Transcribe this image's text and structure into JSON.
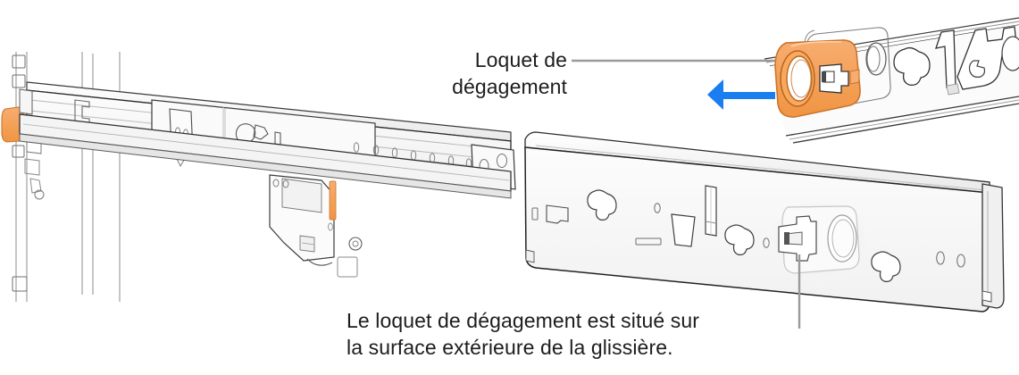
{
  "figure": {
    "title": "Loquet de dégagement",
    "language": "fr",
    "background_color": "#ffffff"
  },
  "callouts": {
    "latch_label": "Loquet de\ndégagement",
    "latch_label_line1": "Loquet de",
    "latch_label_line2": "dégagement",
    "caption": "Le loquet de dégagement est situé sur\nla surface extérieure de la glissière.",
    "caption_line1": "Le loquet de dégagement est situé sur",
    "caption_line2": "la surface extérieure de la glissière."
  },
  "colors": {
    "text": "#1d1d1f",
    "leader_line": "#9a9a9a",
    "arrow_blue": "#1a7ef0",
    "latch_orange": "#f5a05a",
    "latch_orange_dark": "#e07f33",
    "outline": "#2b2b2b",
    "outline_light": "#9b9b9b",
    "panel_fill": "#f7f7f7",
    "panel_fill_dark": "#ededed",
    "background": "#ffffff"
  },
  "parts": [
    {
      "id": "rack-post",
      "name": "Montant de rack",
      "description": "Montant vertical du rack avec trous carrés"
    },
    {
      "id": "rail-assembly-installed",
      "name": "Glissière installée",
      "description": "Ensemble de glissière monté sur le rack, vue en perspective"
    },
    {
      "id": "mid-bracket",
      "name": "Support central",
      "description": "Support de fixation avec curseur orange"
    },
    {
      "id": "rail-outer-panel",
      "name": "Glissière extérieure",
      "description": "Glissière détachée montrant la surface extérieure"
    },
    {
      "id": "release-latch",
      "name": "Loquet de dégagement",
      "description": "Loquet cylindrique situé sur la surface extérieure de la glissière"
    }
  ],
  "detail_inset": {
    "name": "Vue agrandie du loquet",
    "highlighted_part": "Loquet de dégagement",
    "highlight_color": "#f5a05a",
    "arrow": {
      "direction": "left",
      "color": "#1a7ef0"
    }
  }
}
